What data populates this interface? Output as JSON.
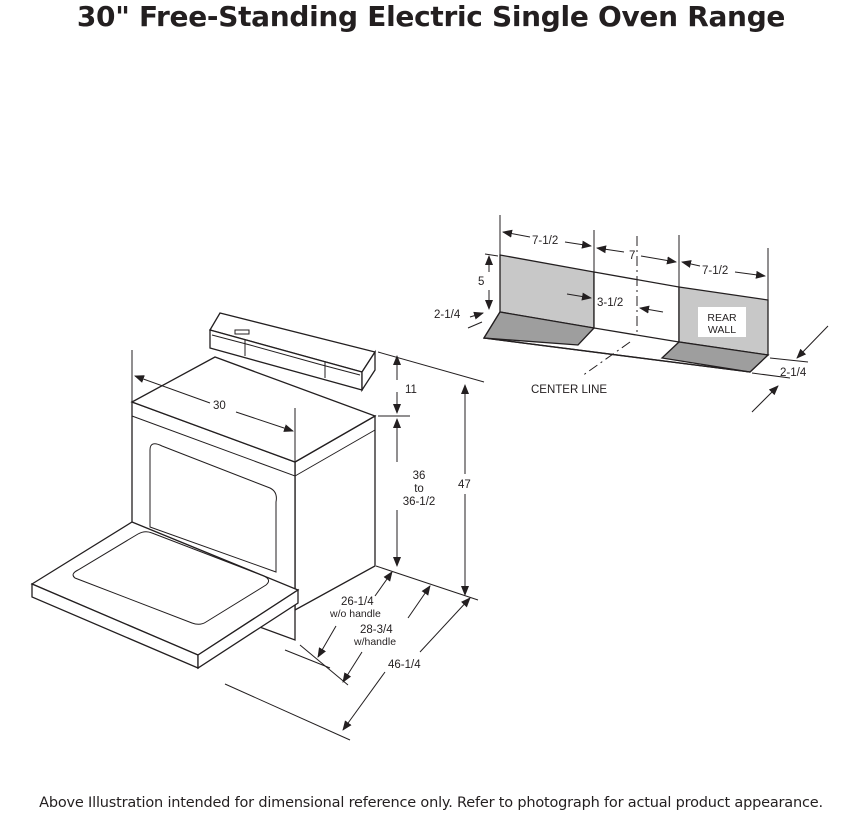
{
  "title": "30\" Free-Standing Electric Single Oven Range",
  "footer": "Above Illustration intended for dimensional reference only. Refer to photograph for actual product appearance.",
  "range_dims": {
    "width": "30",
    "backguard": "11",
    "cooktop_h1": "36",
    "cooktop_h2": "to",
    "cooktop_h3": "36-1/2",
    "overall_height": "47",
    "depth_no_handle": "26-1/4",
    "depth_no_handle_note": "w/o handle",
    "depth_handle": "28-3/4",
    "depth_handle_note": "w/handle",
    "depth_door_open": "46-1/4"
  },
  "outlet_dims": {
    "left_width": "7-1/2",
    "center_width": "7",
    "right_width": "7-1/2",
    "height": "5",
    "offset": "3-1/2",
    "left_depth": "2-1/4",
    "right_depth": "2-1/4",
    "rear_wall_1": "REAR",
    "rear_wall_2": "WALL",
    "center_line": "CENTER LINE"
  }
}
